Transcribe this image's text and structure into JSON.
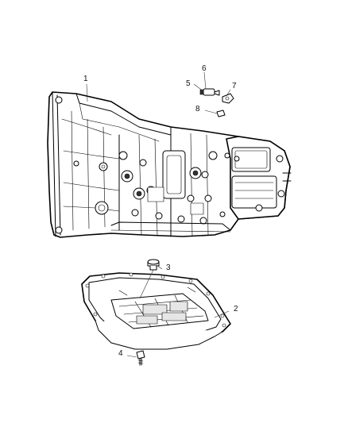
{
  "callouts": {
    "c1": "1",
    "c2": "2",
    "c3": "3",
    "c4": "4",
    "c5": "5",
    "c6": "6",
    "c7": "7",
    "c8": "8"
  },
  "parts": {
    "transmission_case": "transmission-case-icon",
    "oil_pan": "oil-pan-icon",
    "pan_bolt": "bolt-icon",
    "drain_plug": "plug-icon",
    "sensor": "sensor-icon"
  }
}
